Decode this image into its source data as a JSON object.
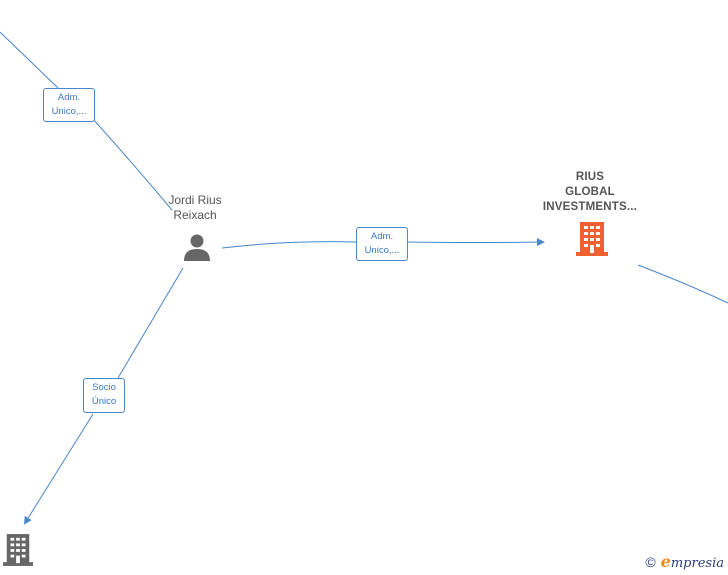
{
  "nodes": {
    "person": {
      "name_line1": "Jordi Rius",
      "name_line2": "Reixach",
      "icon": "person-icon"
    },
    "company_main": {
      "name_line1": "RIUS",
      "name_line2": "GLOBAL",
      "name_line3": "INVESTMENTS...",
      "icon": "building-icon",
      "color": "#f06030"
    },
    "company_bottom": {
      "icon": "building-icon",
      "color": "#666666"
    }
  },
  "edges": {
    "top_left": {
      "line1": "Adm.",
      "line2": "Unico,..."
    },
    "person_to_company": {
      "line1": "Adm.",
      "line2": "Unico,..."
    },
    "person_to_bottom": {
      "line1": "Socio",
      "line2": "Único"
    }
  },
  "colors": {
    "edge": "#4a86c8",
    "person_icon": "#666666"
  },
  "watermark": {
    "copyright": "©",
    "brand_initial": "e",
    "brand_rest": "mpresia"
  }
}
